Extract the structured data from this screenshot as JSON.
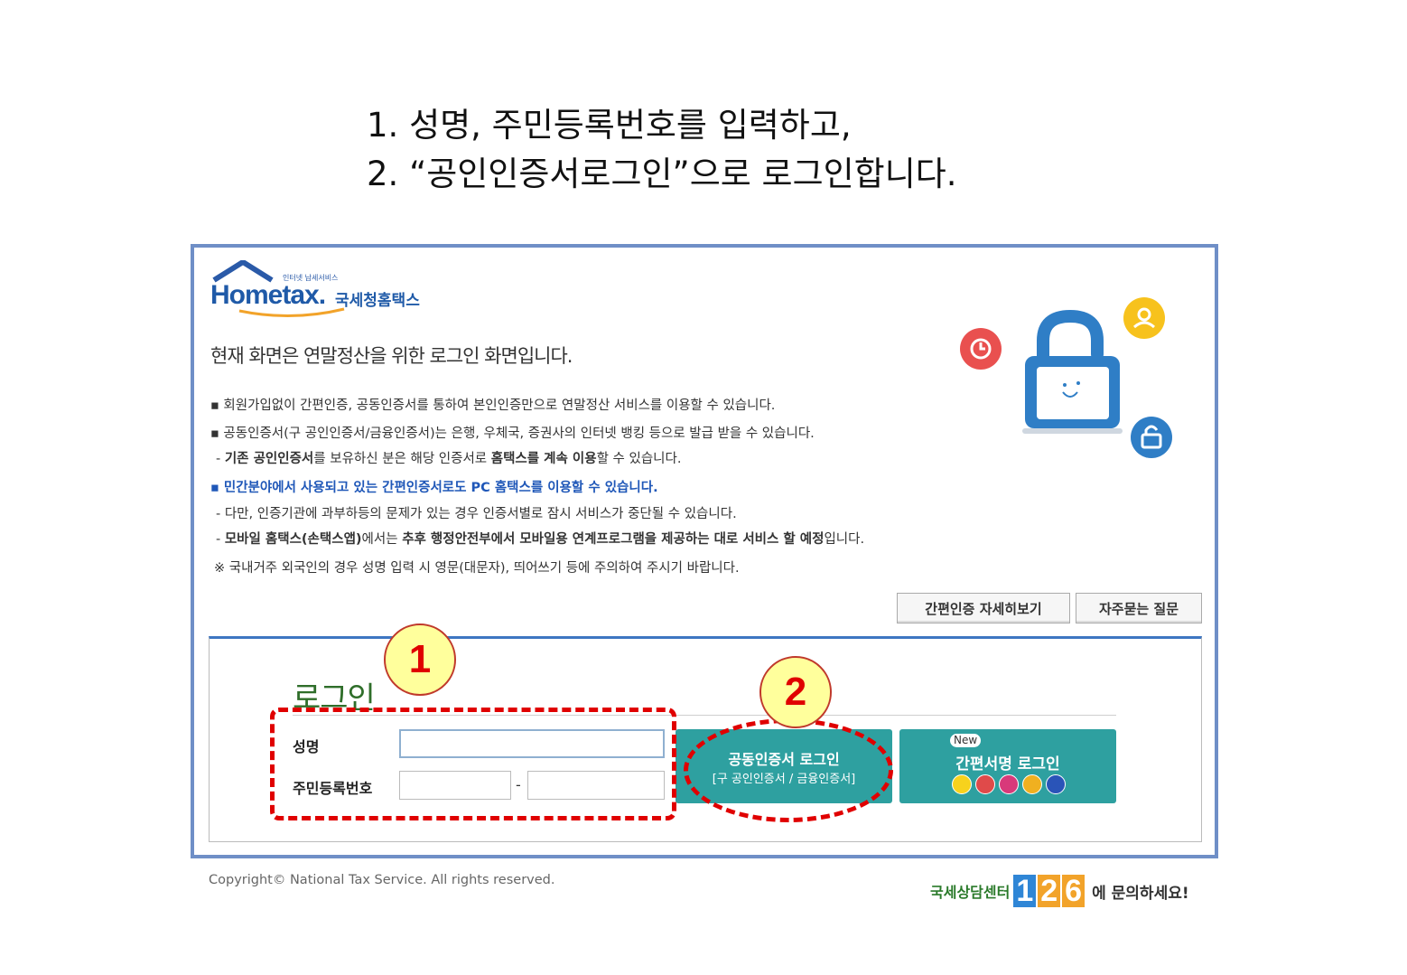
{
  "instructions": {
    "line1": "1. 성명, 주민등록번호를 입력하고,",
    "line2": "2. “공인인증서로그인”으로 로그인합니다."
  },
  "logo": {
    "tagline": "인터넷 납세서비스",
    "text": "Hometax.",
    "korean": "국세청홈택스"
  },
  "screen_title": "현재 화면은 연말정산을 위한 로그인 화면입니다.",
  "notices": {
    "n1": "▪ 회원가입없이 간편인증, 공동인증서를 통하여 본인인증만으로 연말정산 서비스를 이용할 수 있습니다.",
    "n2": "▪ 공동인증서(구 공인인증서/금융인증서)는 은행, 우체국, 증권사의 인터넷 뱅킹 등으로 발급 받을 수 있습니다.",
    "n3_a": "- ",
    "n3_b": "기존 공인인증서",
    "n3_c": "를 보유하신 분은 해당 인증서로 ",
    "n3_d": "홈택스를 계속 이용",
    "n3_e": "할 수 있습니다.",
    "n4": "▪ 민간분야에서 사용되고 있는 간편인증서로도 PC 홈택스를 이용할 수 있습니다.",
    "n5": "- 다만, 인증기관에 과부하등의 문제가 있는 경우 인증서별로 잠시 서비스가 중단될 수 있습니다.",
    "n6_a": "- ",
    "n6_b": "모바일 홈택스(손택스앱)",
    "n6_c": "에서는 ",
    "n6_d": "추후 행정안전부에서 모바일용 연계프로그램을 제공하는 대로 서비스 할 예정",
    "n6_e": "입니다.",
    "n7": "※ 국내거주 외국인의 경우 성명 입력 시 영문(대문자), 띄어쓰기 등에 주의하여 주시기 바랍니다."
  },
  "buttons": {
    "simple_auth_detail": "간편인증 자세히보기",
    "faq": "자주묻는 질문"
  },
  "login": {
    "title": "로그인",
    "name_label": "성명",
    "rrn_label": "주민등록번호",
    "name_value": "",
    "rrn_front_value": "",
    "rrn_back_value": "",
    "rrn_separator": "-",
    "cert_login_label": "공동인증서 로그인",
    "cert_login_sub": "[구 공인인증서 / 금융인증서]",
    "simple_new_badge": "New",
    "simple_login_label": "간편서명 로그인"
  },
  "annotations": {
    "step1": "1",
    "step2": "2",
    "color": "#e00000"
  },
  "footer": {
    "copyright": "Copyright© National Tax Service. All rights reserved.",
    "center_label": "국세상담센터",
    "center_digits": [
      "1",
      "2",
      "6"
    ],
    "center_suffix": "에 문의하세요!"
  },
  "colors": {
    "accent_teal": "#2ea0a0",
    "frame_blue": "#6f8fc7",
    "login_green": "#2f6e2a",
    "notice_blue": "#1f57b8"
  }
}
